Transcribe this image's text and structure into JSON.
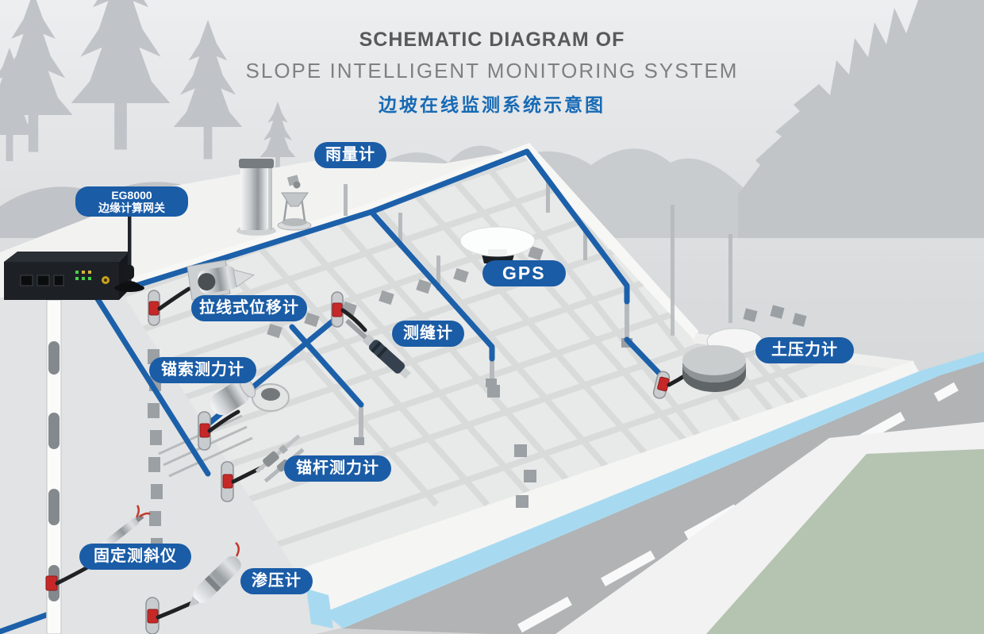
{
  "title": {
    "line1": "SCHEMATIC DIAGRAM OF",
    "line2": "SLOPE INTELLIGENT MONITORING SYSTEM",
    "line3": "边坡在线监测系统示意图"
  },
  "labels": {
    "rain_gauge": "雨量计",
    "gateway_model": "EG8000",
    "gateway_name": "边缘计算网关",
    "gps": "GPS",
    "pull_wire_displacement": "拉线式位移计",
    "crack_meter": "测缝计",
    "earth_pressure": "土压力计",
    "anchor_cable_dynamometer": "锚索测力计",
    "anchor_rod_dynamometer": "锚杆测力计",
    "fixed_inclinometer": "固定测斜仪",
    "piezometer": "渗压计"
  },
  "devices": [
    "edge-gateway",
    "gateway-antenna",
    "rain-gauge-cylinder",
    "tipping-bucket-sensor",
    "pull-wire-displacement-meter",
    "crack-meter",
    "gps-antenna",
    "earth-pressure-cell",
    "anchor-cable-dynamometer",
    "anchor-rod-dynamometer",
    "fixed-inclinometer",
    "piezometer"
  ],
  "colors": {
    "label_pill": "#1a5ca6",
    "cable_blue": "#1c60aa",
    "title_blue": "#176ab5",
    "title_gray": "#58595b",
    "background": "#d6d8da",
    "silhouette": "#c1c4c8",
    "slope_face": "#e8e9e9",
    "road_gray": "#b1b3b5",
    "shoulder_white": "#f1f2f1",
    "grass_green": "#b5c3b1",
    "water_blue": "#a7daf1",
    "sensor_red": "#c62828"
  }
}
